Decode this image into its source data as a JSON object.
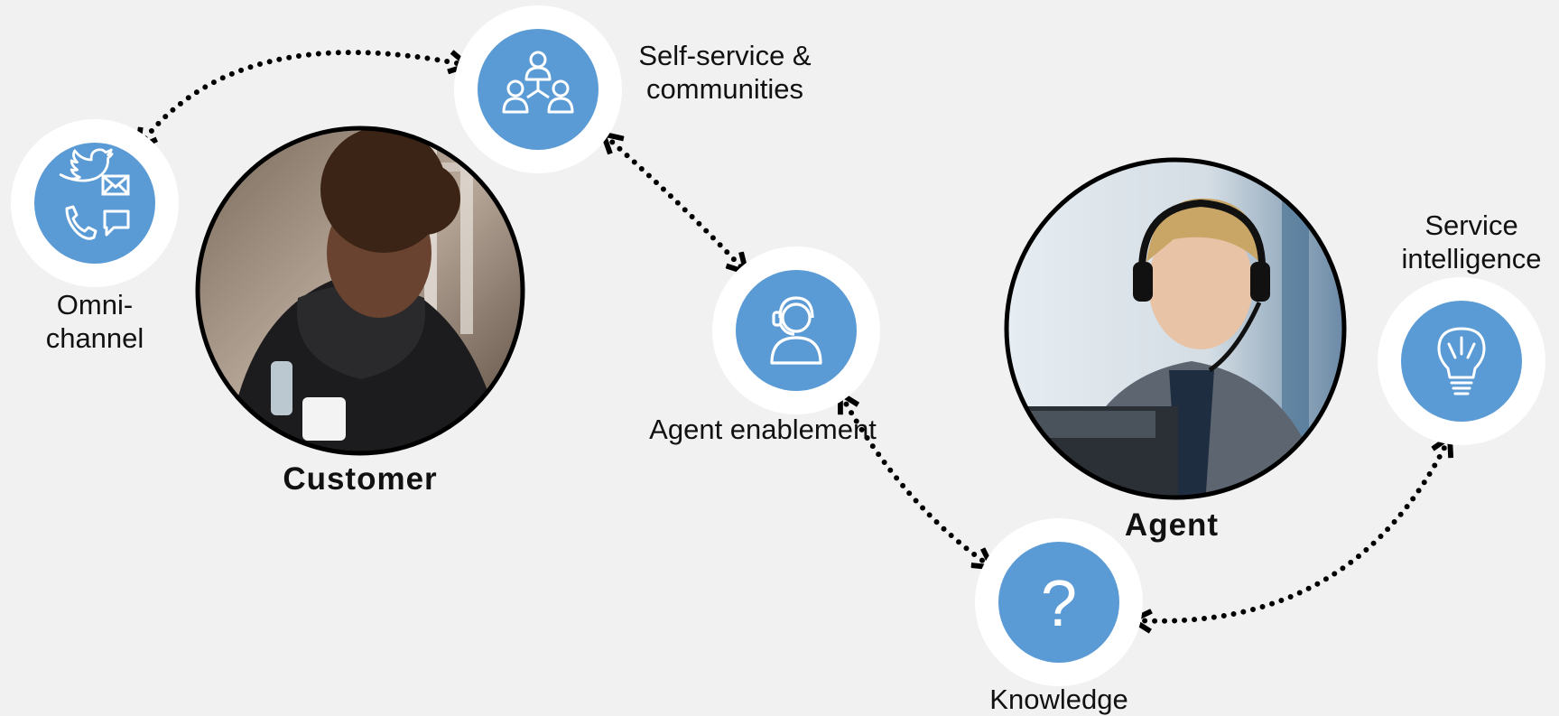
{
  "people": {
    "customer": {
      "label": "Customer"
    },
    "agent": {
      "label": "Agent"
    }
  },
  "nodes": {
    "omnichannel": {
      "label": "Omni-\nchannel",
      "icons": [
        "twitter-icon",
        "mail-icon",
        "phone-icon",
        "chat-icon"
      ]
    },
    "self_service": {
      "label": "Self-service &\ncommunities",
      "icon": "community-icon"
    },
    "agent_enablement": {
      "label": "Agent enablement",
      "icon": "headset-agent-icon"
    },
    "knowledge": {
      "label": "Knowledge",
      "icon": "question-icon",
      "glyph": "?"
    },
    "service_intelligence": {
      "label": "Service\nintelligence",
      "icon": "lightbulb-icon"
    }
  },
  "colors": {
    "background": "#f1f1f1",
    "node_fill": "#5b9bd5",
    "node_ring": "#ffffff",
    "connector": "#000000"
  }
}
